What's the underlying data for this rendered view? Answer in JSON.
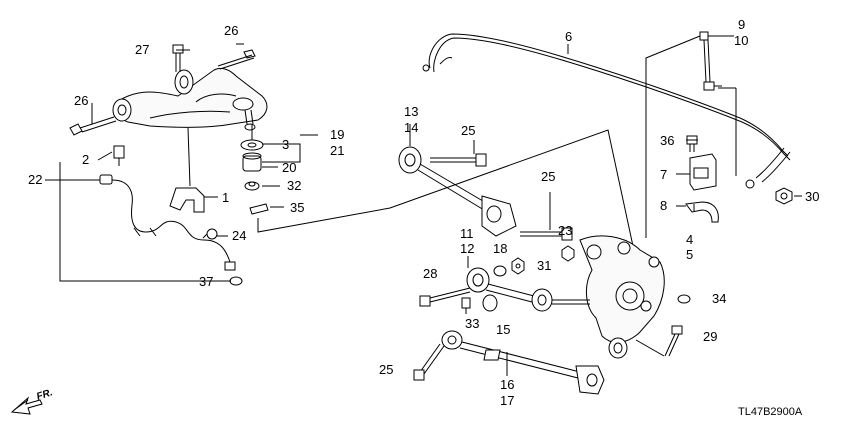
{
  "diagram": {
    "code": "TL47B2900A",
    "front_marker": "FR."
  },
  "callouts": [
    {
      "id": "c26a",
      "text": "26"
    },
    {
      "id": "c27",
      "text": "27"
    },
    {
      "id": "c26b",
      "text": "26"
    },
    {
      "id": "c2",
      "text": "2"
    },
    {
      "id": "c22",
      "text": "22"
    },
    {
      "id": "c3",
      "text": "3"
    },
    {
      "id": "c19",
      "text": "19"
    },
    {
      "id": "c21",
      "text": "21"
    },
    {
      "id": "c20",
      "text": "20"
    },
    {
      "id": "c32",
      "text": "32"
    },
    {
      "id": "c1",
      "text": "1"
    },
    {
      "id": "c35",
      "text": "35"
    },
    {
      "id": "c24",
      "text": "24"
    },
    {
      "id": "c37",
      "text": "37"
    },
    {
      "id": "c6",
      "text": "6"
    },
    {
      "id": "c9",
      "text": "9"
    },
    {
      "id": "c10",
      "text": "10"
    },
    {
      "id": "c13",
      "text": "13"
    },
    {
      "id": "c14",
      "text": "14"
    },
    {
      "id": "c25a",
      "text": "25"
    },
    {
      "id": "c36",
      "text": "36"
    },
    {
      "id": "c7",
      "text": "7"
    },
    {
      "id": "c8",
      "text": "8"
    },
    {
      "id": "c30",
      "text": "30"
    },
    {
      "id": "c25b",
      "text": "25"
    },
    {
      "id": "c11",
      "text": "11"
    },
    {
      "id": "c12",
      "text": "12"
    },
    {
      "id": "c18",
      "text": "18"
    },
    {
      "id": "c31",
      "text": "31"
    },
    {
      "id": "c23",
      "text": "23"
    },
    {
      "id": "c4",
      "text": "4"
    },
    {
      "id": "c5",
      "text": "5"
    },
    {
      "id": "c28",
      "text": "28"
    },
    {
      "id": "c33",
      "text": "33"
    },
    {
      "id": "c15",
      "text": "15"
    },
    {
      "id": "c34",
      "text": "34"
    },
    {
      "id": "c29",
      "text": "29"
    },
    {
      "id": "c25c",
      "text": "25"
    },
    {
      "id": "c16",
      "text": "16"
    },
    {
      "id": "c17",
      "text": "17"
    }
  ]
}
